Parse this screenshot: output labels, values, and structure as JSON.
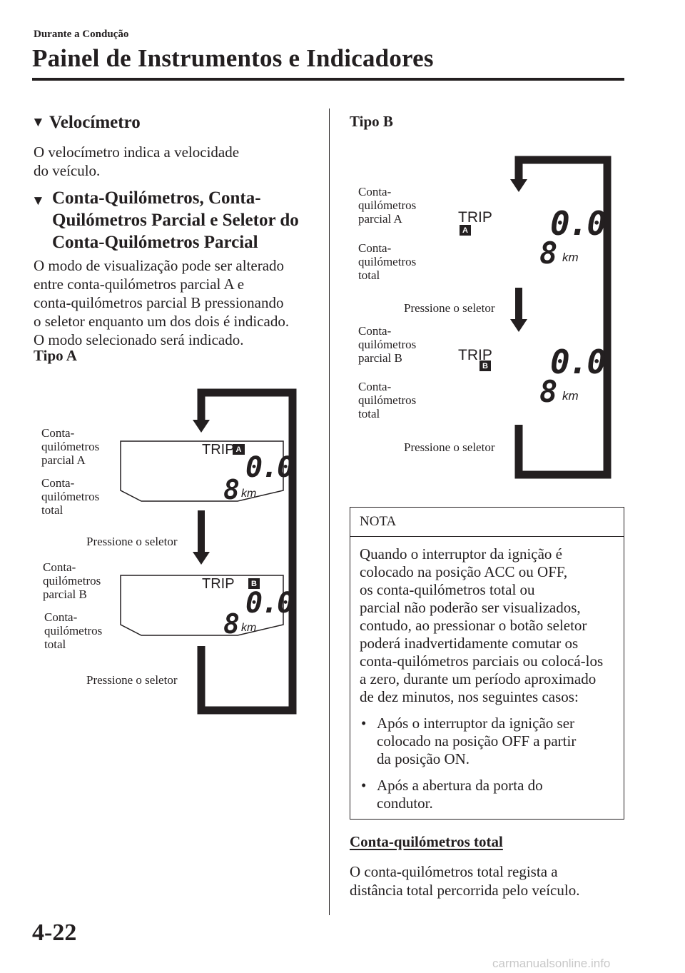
{
  "header": {
    "section": "Durante a Condução",
    "chapter": "Painel de Instrumentos e Indicadores"
  },
  "velocimetro": {
    "title": "Velocímetro",
    "body": [
      "O velocímetro indica a velocidade",
      "do veículo."
    ]
  },
  "conta": {
    "title": [
      "Conta-Quilómetros, Conta-",
      "Quilómetros Parcial e Seletor do",
      "Conta-Quilómetros Parcial"
    ],
    "body": [
      "O modo de visualização pode ser alterado",
      "entre conta-quilómetros parcial A e",
      "conta-quilómetros parcial B pressionando",
      "o seletor enquanto um dos dois é indicado.",
      "O modo selecionado será indicado."
    ]
  },
  "tipo_a": {
    "label": "Tipo A",
    "trip_a_label": [
      "Conta-",
      "quilómetros",
      "parcial A"
    ],
    "total_label": [
      "Conta-",
      "quilómetros",
      "total"
    ],
    "trip_b_label": [
      "Conta-",
      "quilómetros",
      "parcial B"
    ],
    "press": "Pressione o seletor",
    "trip_text": "TRIP",
    "badge_a": "A",
    "badge_b": "B",
    "trip_value": "0.0",
    "odo_value": "8",
    "unit": "km"
  },
  "tipo_b": {
    "label": "Tipo B",
    "trip_a_label": [
      "Conta-",
      "quilómetros",
      "parcial A"
    ],
    "total_label": [
      "Conta-",
      "quilómetros",
      "total"
    ],
    "trip_b_label": [
      "Conta-",
      "quilómetros",
      "parcial B"
    ],
    "press": "Pressione o seletor",
    "trip_text": "TRIP",
    "badge_a": "A",
    "badge_b": "B",
    "trip_value": "0.0",
    "odo_value": "8",
    "unit": "km"
  },
  "nota": {
    "title": "NOTA",
    "body": [
      "Quando o interruptor da ignição é",
      "colocado na posição ACC ou OFF,",
      "os conta-quilómetros total ou",
      "parcial não poderão ser visualizados,",
      "contudo, ao pressionar o botão seletor",
      "poderá inadvertidamente comutar os",
      "conta-quilómetros parciais ou colocá-los",
      "a zero, durante um período aproximado",
      "de dez minutos, nos seguintes casos:"
    ],
    "bullet_symbol": "•",
    "bullets": [
      [
        "Após o interruptor da ignição ser",
        "colocado na posição OFF a partir",
        "da posição ON."
      ],
      [
        "Após a abertura da porta do",
        "condutor."
      ]
    ]
  },
  "total_section": {
    "title": "Conta-quilómetros total",
    "body": [
      "O conta-quilómetros total regista a",
      "distância total percorrida pelo veículo."
    ]
  },
  "footer": {
    "page": "4-22",
    "watermark": "carmanualsonline.info"
  }
}
